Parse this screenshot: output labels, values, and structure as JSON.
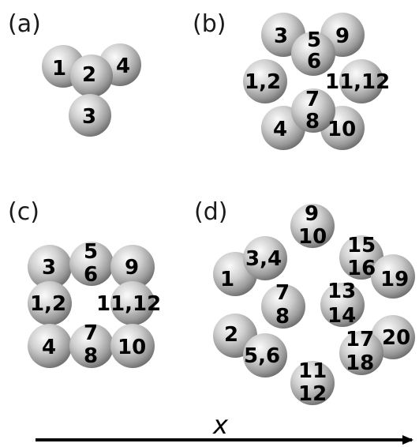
{
  "panels": {
    "a": {
      "label": "(a)",
      "labels": [
        "1",
        "2",
        "4",
        "3"
      ]
    },
    "b": {
      "label": "(b)",
      "labels": [
        "3",
        "5",
        "9",
        "6",
        "1,2",
        "11,12",
        "7",
        "8",
        "4",
        "10"
      ]
    },
    "c": {
      "label": "(c)",
      "labels": [
        "3",
        "5",
        "6",
        "9",
        "1,2",
        "11,12",
        "4",
        "7",
        "8",
        "10"
      ]
    },
    "d": {
      "label": "(d)",
      "labels": [
        "9",
        "10",
        "3,4",
        "1",
        "15",
        "16",
        "19",
        "7",
        "8",
        "13",
        "14",
        "2",
        "5,6",
        "17",
        "18",
        "20",
        "11",
        "12"
      ]
    }
  },
  "axis": {
    "label": "x"
  },
  "colors": {
    "sphere_light": "#f4f4f4",
    "sphere_mid": "#a8a8a8",
    "sphere_dark": "#6e6e6e",
    "text": "#000000",
    "arrow": "#000000"
  }
}
